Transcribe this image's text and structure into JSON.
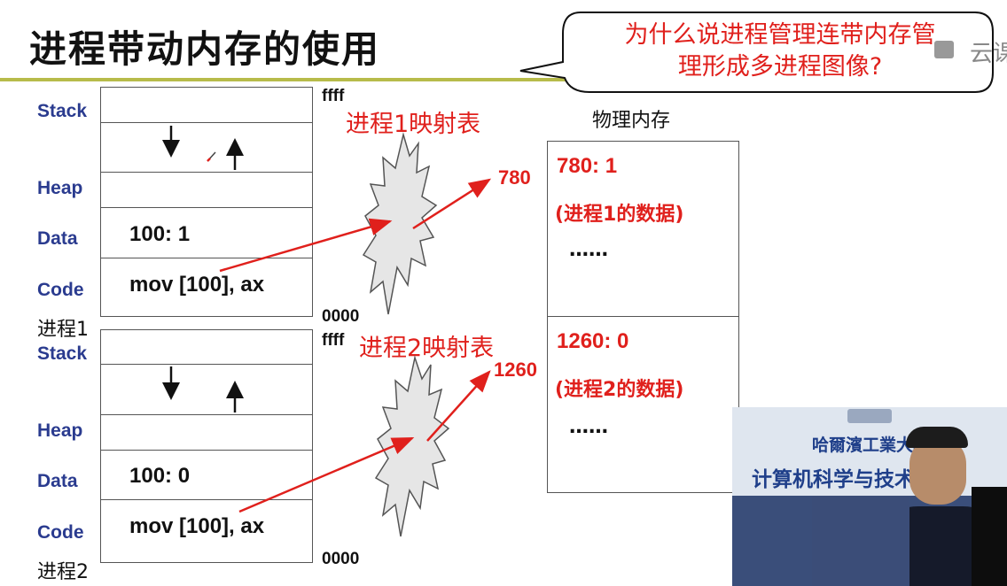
{
  "slide": {
    "title": "进程带动内存的使用",
    "bubble_lines": [
      "为什么说进程管理连带内存管",
      "理形成多进程图像?"
    ],
    "logo_text": "云课"
  },
  "segments": [
    "Stack",
    "Heap",
    "Data",
    "Code"
  ],
  "process1": {
    "label": "进程1",
    "data_cell": "100:  1",
    "code_cell": "mov [100], ax",
    "addr_top": "ffff",
    "addr_bottom": "0000",
    "map_title": "进程1映射表",
    "target_addr": "780"
  },
  "process2": {
    "label": "进程2",
    "data_cell": "100:  0",
    "code_cell": "mov [100], ax",
    "addr_top": "ffff",
    "addr_bottom": "0000",
    "map_title": "进程2映射表",
    "target_addr": "1260"
  },
  "physical_memory": {
    "title": "物理内存",
    "block1": {
      "value": "780:  1",
      "note": "(进程1的数据)",
      "ellipsis": "……"
    },
    "block2": {
      "value": "1260:  0",
      "note": "(进程2的数据)",
      "ellipsis": "……"
    }
  },
  "video": {
    "line1": "哈爾濱工業大學",
    "line2": "计算机科学与技术"
  },
  "colors": {
    "accent_red": "#e0201c",
    "label_blue": "#2a3b8f",
    "rule_olive": "#b7bb4a"
  }
}
